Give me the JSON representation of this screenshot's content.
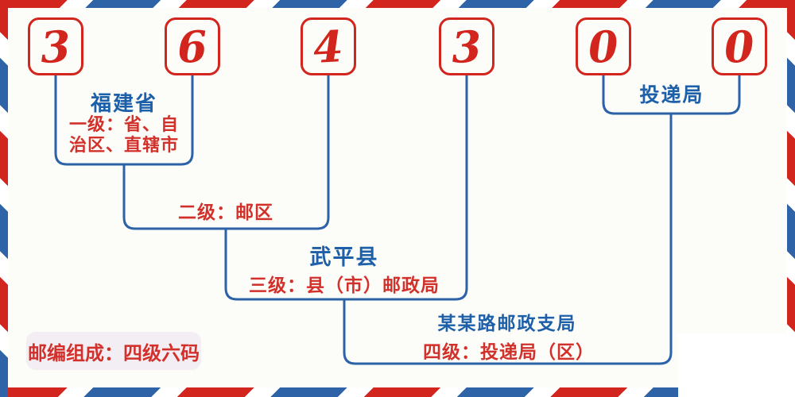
{
  "colors": {
    "stripe-red": "#d2251d",
    "stripe-blue": "#2e64a7",
    "text-red": "#d2302a",
    "text-blue": "#1d5fa8",
    "line-blue": "#2b62a8",
    "pill-bg": "#f2eef4",
    "envelope-bg": "#fcfdf8"
  },
  "postal_code": {
    "digits": [
      "3",
      "6",
      "4",
      "3",
      "0",
      "0"
    ]
  },
  "levels": [
    {
      "name": "福建省",
      "desc": "一级：省、自治区、直辖市"
    },
    {
      "desc": "二级：邮区"
    },
    {
      "name": "武平县",
      "desc": "三级：县（市）邮政局"
    },
    {
      "name": "某某路邮政支局",
      "desc": "四级：投递局（区）"
    }
  ],
  "delivery_office_label": "投递局",
  "footer_note": "邮编组成：四级六码"
}
